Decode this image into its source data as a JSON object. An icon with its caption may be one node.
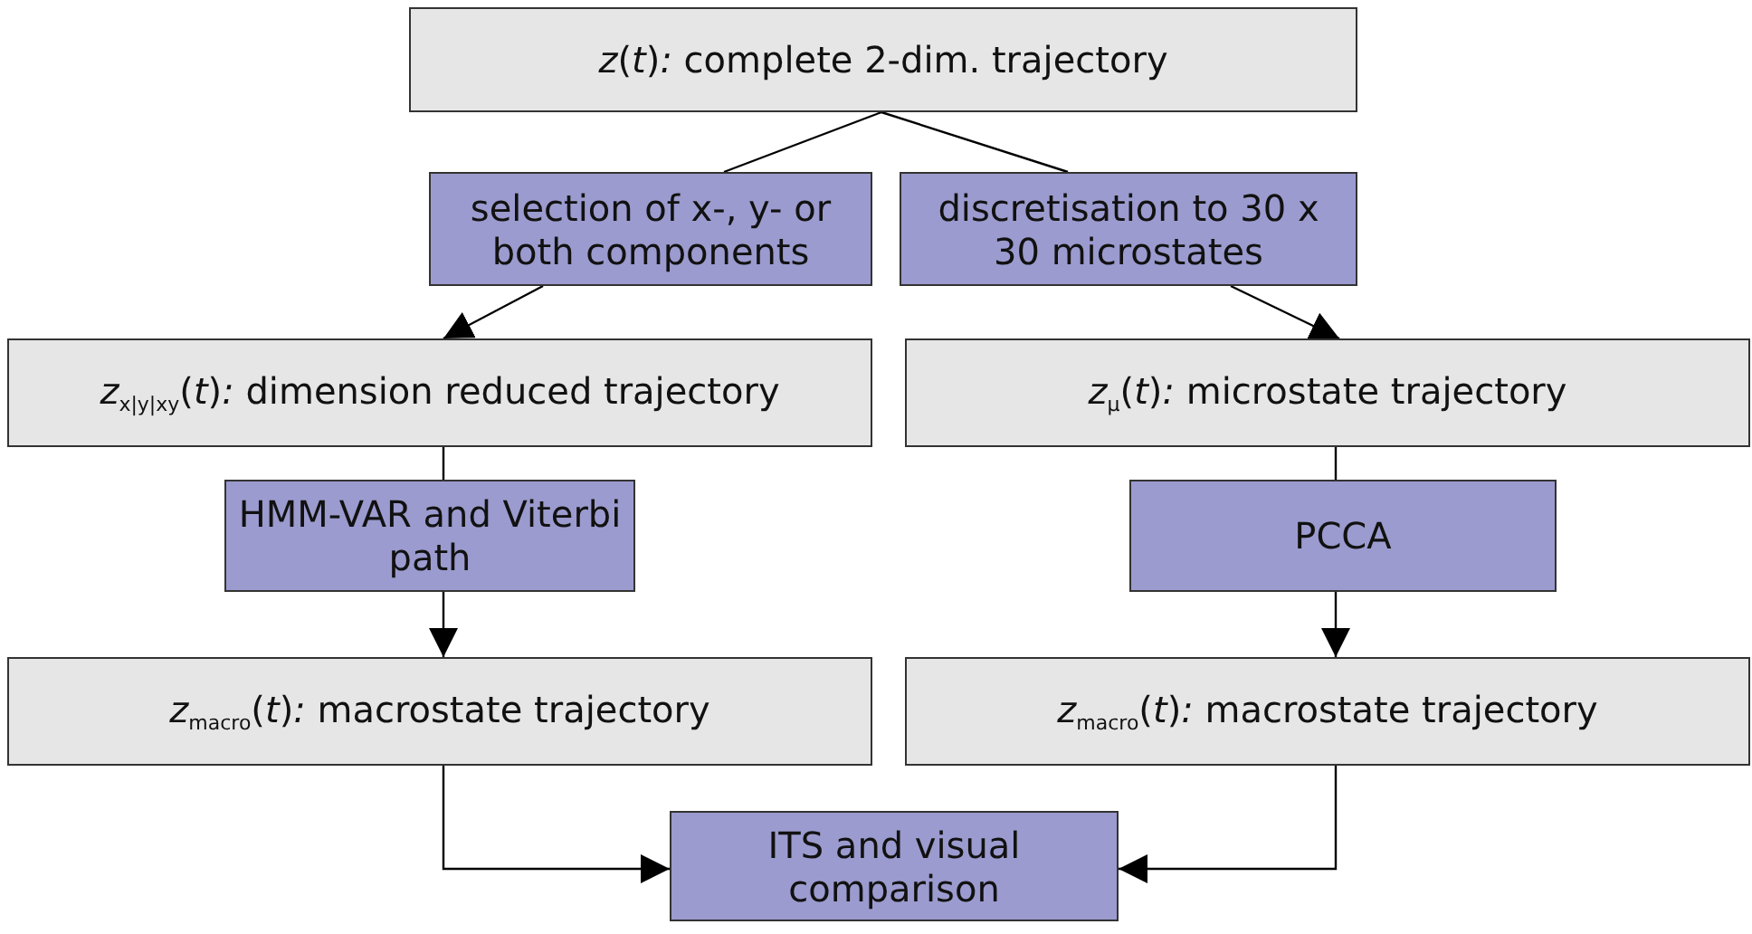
{
  "diagram": {
    "nodes": [
      {
        "text": [
          "*z*(*t*)*:* complete 2-dim. trajectory"
        ]
      },
      {
        "text": [
          "selection of x-, y- or both components"
        ]
      },
      {
        "text": [
          "discretisation to 30 x 30 microstates"
        ]
      },
      {
        "text": [
          "*z*$_{x|y|xy}$(*t*)*:* dimension reduced trajectory"
        ]
      },
      {
        "text": [
          "*z*$_{μ}$(*t*)*:* microstate trajectory"
        ]
      },
      {
        "text": [
          "HMM-VAR and Viterbi path"
        ]
      },
      {
        "text": [
          "PCCA"
        ]
      },
      {
        "text": [
          "*z*$_{macro}$(*t*)*:* macrostate trajectory"
        ]
      },
      {
        "text": [
          "*z*$_{macro}$(*t*)*:* macrostate trajectory"
        ]
      },
      {
        "text": [
          "ITS and visual comparison"
        ]
      }
    ],
    "edges": [
      {
        "from": 0,
        "to": 1,
        "arrow": "none"
      },
      {
        "from": 0,
        "to": 2,
        "arrow": "none"
      },
      {
        "from": 1,
        "to": 3,
        "arrow": "to"
      },
      {
        "from": 2,
        "to": 4,
        "arrow": "to"
      },
      {
        "from": 3,
        "to": 5,
        "arrow": "none"
      },
      {
        "from": 5,
        "to": 7,
        "arrow": "to"
      },
      {
        "from": 4,
        "to": 6,
        "arrow": "none"
      },
      {
        "from": 6,
        "to": 8,
        "arrow": "to"
      },
      {
        "from": 7,
        "to": 9,
        "arrow": "to"
      },
      {
        "from": 8,
        "to": 9,
        "arrow": "to"
      }
    ]
  }
}
